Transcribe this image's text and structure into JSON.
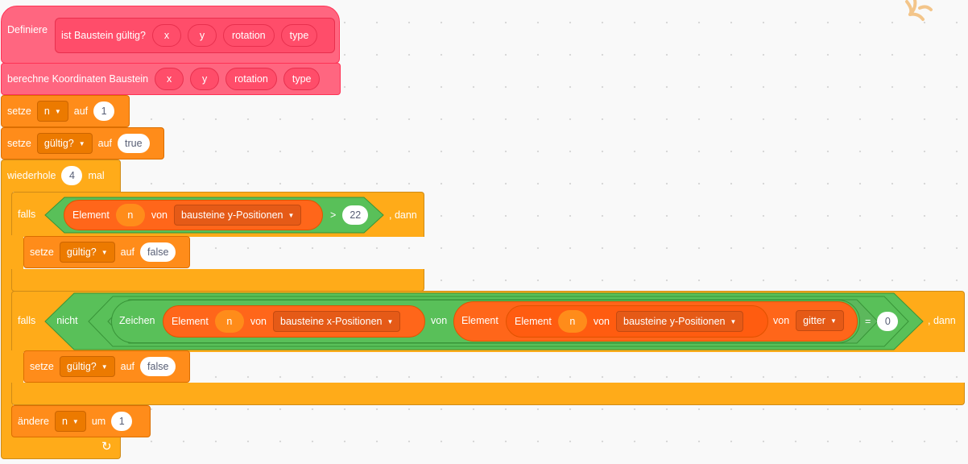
{
  "define_block": {
    "label": "Definiere",
    "name": "ist Baustein gültig?",
    "params": [
      "x",
      "y",
      "rotation",
      "type"
    ]
  },
  "call_block": {
    "name": "berechne Koordinaten Baustein",
    "args": [
      "x",
      "y",
      "rotation",
      "type"
    ]
  },
  "set_n": {
    "set": "setze",
    "var": "n",
    "to": "auf",
    "value": "1"
  },
  "set_valid": {
    "set": "setze",
    "var": "gültig?",
    "to": "auf",
    "value": "true"
  },
  "repeat": {
    "label": "wiederhole",
    "count": "4",
    "suffix": "mal"
  },
  "if1": {
    "if_label": "falls",
    "then_label": ", dann",
    "item": "Element",
    "index": "n",
    "of": "von",
    "list": "bausteine y-Positionen",
    "op": ">",
    "compare": "22",
    "body": {
      "set": "setze",
      "var": "gültig?",
      "to": "auf",
      "value": "false"
    }
  },
  "if2": {
    "if_label": "falls",
    "not_label": "nicht",
    "then_label": ", dann",
    "letter": "Zeichen",
    "item": "Element",
    "index": "n",
    "of": "von",
    "list_x": "bausteine x-Positionen",
    "of2": "von",
    "item_outer": "Element",
    "item_inner": "Element",
    "index_inner": "n",
    "of3": "von",
    "list_y": "bausteine y-Positionen",
    "of4": "von",
    "grid": "gitter",
    "eq": "=",
    "eq_value": "0",
    "body": {
      "set": "setze",
      "var": "gültig?",
      "to": "auf",
      "value": "false"
    }
  },
  "change_n": {
    "label": "ändere",
    "var": "n",
    "by": "um",
    "value": "1"
  },
  "loop_arrow": "↻",
  "colors": {
    "pink": "#ff6680",
    "orange": "#ff8c1a",
    "control": "#ffab19",
    "operators": "#59c059",
    "list": "#ff661a"
  }
}
